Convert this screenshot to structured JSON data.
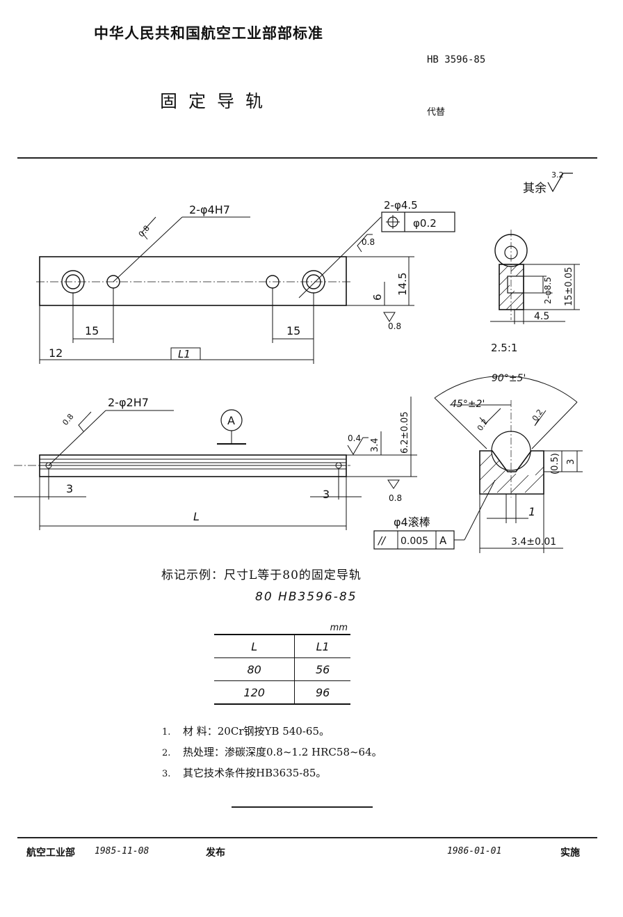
{
  "header": {
    "org": "中华人民共和国航空工业部部标准",
    "standard_no": "HB 3596-85",
    "title": "固定导轨",
    "supersede": "代替"
  },
  "drawing": {
    "roughness_rest_label": "其余",
    "roughness_rest": "3.2",
    "top_view": {
      "hole_label": "2-φ4H7",
      "csink_label": "2-φ4.5",
      "position_tol": "φ0.2",
      "rough_hole": "0.8",
      "rough_edge": "0.8",
      "rough_bottom": "0.8",
      "dim_height": "14.5",
      "dim_center": "6",
      "dim_left": "15",
      "dim_right": "15",
      "dim_offset": "12",
      "dim_l1": "L1"
    },
    "front_view": {
      "hole_label": "2-φ2H7",
      "rough_hole": "0.8",
      "datum": "A",
      "rough_groove": "0.4",
      "dim_groove": "3.4",
      "dim_height": "6.2±0.05",
      "rough_bottom": "0.8",
      "dim_left": "3",
      "dim_right": "3",
      "dim_length": "L"
    },
    "pin_note": "φ4滚棒",
    "parallel_tol": {
      "symbol": "//",
      "value": "0.005",
      "datum": "A"
    },
    "side_view": {
      "dim_hole": "2-φ8.5",
      "dim_height": "15±0.05",
      "dim_width": "4.5"
    },
    "detail": {
      "scale": "2.5:1",
      "angle": "90°±5'",
      "half_angle": "45°±2'",
      "rough_left": "0.2",
      "rough_right": "0.2",
      "dim_ref": "(0.5)",
      "dim_depth": "3",
      "dim_width": "1",
      "dim_total": "3.4±0.01"
    }
  },
  "marking": {
    "example": "标记示例：尺寸L等于80的固定导轨",
    "code": "80  HB3596-85"
  },
  "size_table": {
    "unit": "mm",
    "headers": [
      "L",
      "L1"
    ],
    "rows": [
      [
        "80",
        "56"
      ],
      [
        "120",
        "96"
      ]
    ]
  },
  "notes": [
    {
      "num": "1.",
      "text": "材  料：20Cr钢按YB 540-65。"
    },
    {
      "num": "2.",
      "text": "热处理：渗碳深度0.8~1.2 HRC58~64。"
    },
    {
      "num": "3.",
      "text": "其它技术条件按HB3635-85。"
    }
  ],
  "footer": {
    "issuer": "航空工业部",
    "issue_date": "1985-11-08",
    "issue_label": "发布",
    "effective_date": "1986-01-01",
    "effective_label": "实施"
  }
}
